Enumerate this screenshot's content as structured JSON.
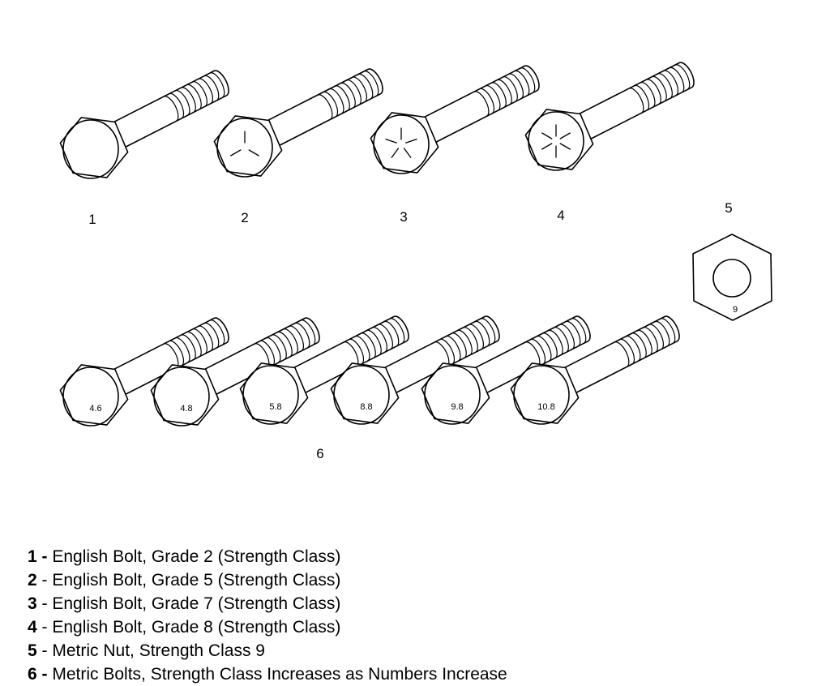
{
  "callouts": {
    "c1": "1",
    "c2": "2",
    "c3": "3",
    "c4": "4",
    "c5": "5",
    "c6": "6"
  },
  "nut": {
    "mark": "9"
  },
  "metric_bolts": [
    {
      "mark": "4.6"
    },
    {
      "mark": "4.8"
    },
    {
      "mark": "5.8"
    },
    {
      "mark": "8.8"
    },
    {
      "mark": "9.8"
    },
    {
      "mark": "10.8"
    }
  ],
  "legend": [
    {
      "num": "1",
      "sep": " - ",
      "text": "English Bolt, Grade 2 (Strength Class)"
    },
    {
      "num": "2",
      "sep": " - ",
      "text": "English Bolt, Grade 5 (Strength Class)"
    },
    {
      "num": "3",
      "sep": " - ",
      "text": "English Bolt, Grade 7 (Strength Class)"
    },
    {
      "num": "4",
      "sep": " - ",
      "text": "English Bolt, Grade 8 (Strength Class)"
    },
    {
      "num": "5",
      "sep": " - ",
      "text": "Metric Nut, Strength Class 9"
    },
    {
      "num": "6",
      "sep": " - ",
      "text": "Metric Bolts, Strength Class Increases as Numbers Increase"
    }
  ]
}
